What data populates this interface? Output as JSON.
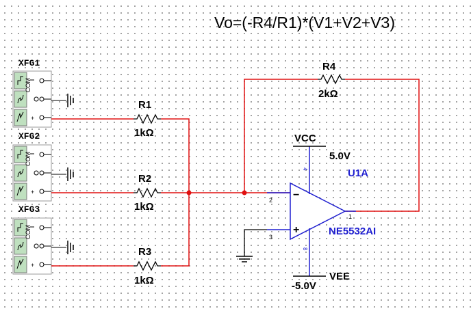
{
  "formula": "Vo=(-R4/R1)*(V1+V2+V3)",
  "colors": {
    "wire": "#e01010",
    "opamp": "#1f1fd0",
    "text": "#000000",
    "gen_fill": "#bfe0bf"
  },
  "generators": [
    {
      "name": "XFG1"
    },
    {
      "name": "XFG2"
    },
    {
      "name": "XFG3"
    }
  ],
  "resistors": [
    {
      "ref": "R1",
      "value": "1kΩ"
    },
    {
      "ref": "R2",
      "value": "1kΩ"
    },
    {
      "ref": "R3",
      "value": "1kΩ"
    },
    {
      "ref": "R4",
      "value": "2kΩ"
    }
  ],
  "opamp": {
    "ref": "U1A",
    "part": "NE5532AI",
    "pins": {
      "inv": "2",
      "noninv": "3",
      "out": "1",
      "vcc": "4",
      "vee": "8"
    }
  },
  "supplies": {
    "vcc_label": "VCC",
    "vcc_value": "5.0V",
    "vee_label": "VEE",
    "vee_value": "-5.0V"
  }
}
